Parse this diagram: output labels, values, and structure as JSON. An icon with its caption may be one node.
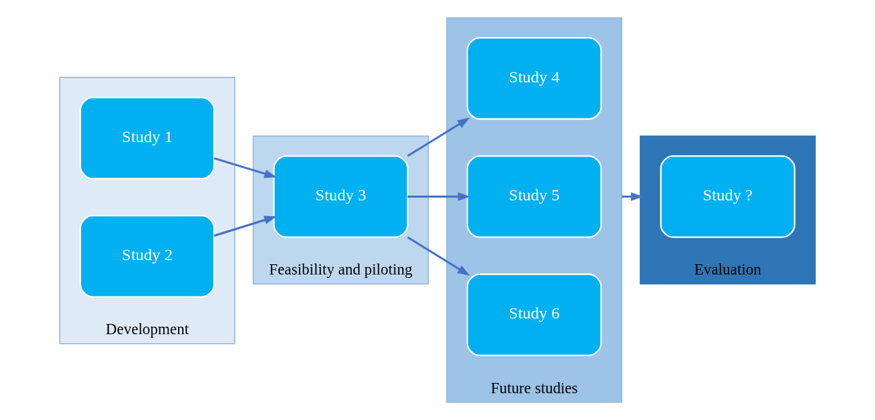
{
  "diagram": {
    "nodes": [
      {
        "text": [
          "Development"
        ]
      },
      {
        "text": [
          "Study 1"
        ],
        "in": 0
      },
      {
        "text": [
          "Study 2"
        ],
        "in": 0
      },
      {
        "text": [
          "Feasibility and piloting"
        ]
      },
      {
        "text": [
          "Study 3"
        ],
        "in": 3
      },
      {
        "text": [
          "Future studies"
        ]
      },
      {
        "text": [
          "Study 4"
        ],
        "in": 5
      },
      {
        "text": [
          "Study 5"
        ],
        "in": 5
      },
      {
        "text": [
          "Study 6"
        ],
        "in": 5
      },
      {
        "text": [
          "Evaluation"
        ]
      },
      {
        "text": [
          "Study ?"
        ],
        "in": 9
      }
    ],
    "edges": [
      {
        "from": 1,
        "to": 4,
        "arrow": "to"
      },
      {
        "from": 2,
        "to": 4,
        "arrow": "to"
      },
      {
        "from": 4,
        "to": 6,
        "arrow": "to"
      },
      {
        "from": 4,
        "to": 7,
        "arrow": "to"
      },
      {
        "from": 4,
        "to": 8,
        "arrow": "to"
      },
      {
        "from": 5,
        "to": 9,
        "arrow": "to"
      }
    ]
  }
}
